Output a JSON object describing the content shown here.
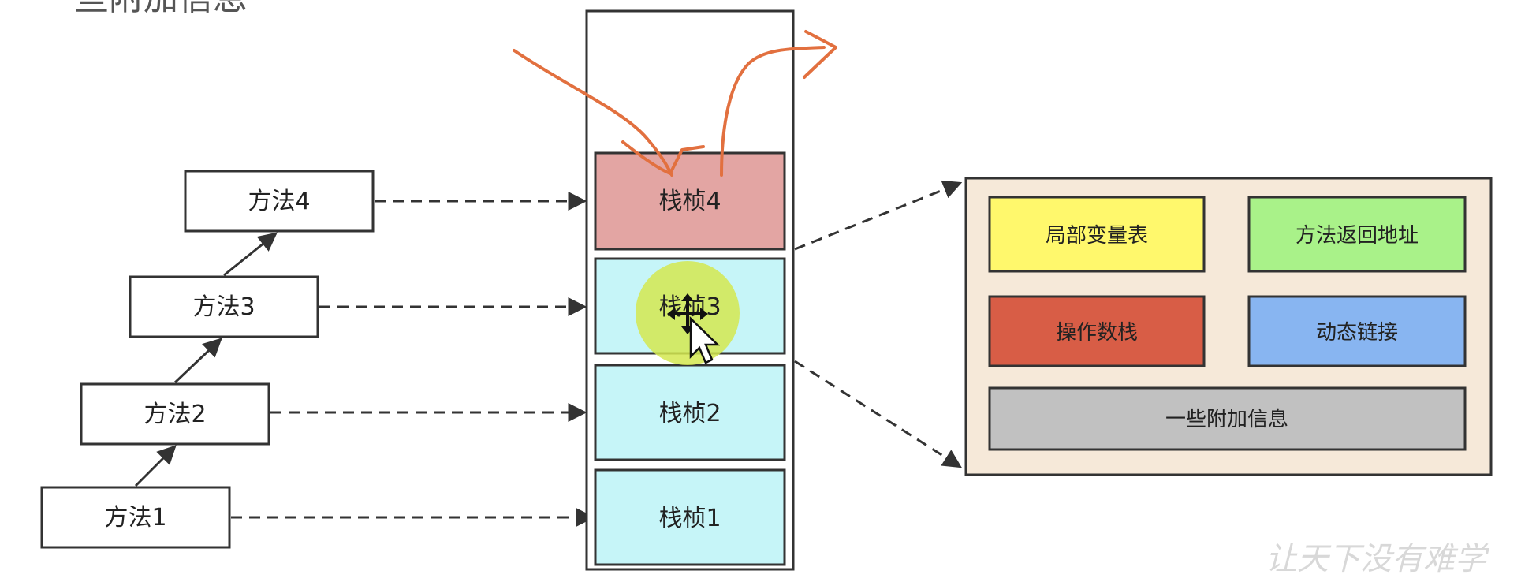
{
  "heading": "一些附加信息",
  "watermark": "让天下没有难学",
  "methods": [
    {
      "label": "方法1"
    },
    {
      "label": "方法2"
    },
    {
      "label": "方法3"
    },
    {
      "label": "方法4"
    }
  ],
  "frames": [
    {
      "label": "栈桢1",
      "color": "#c6f5f8"
    },
    {
      "label": "栈桢2",
      "color": "#c6f5f8"
    },
    {
      "label": "栈桢3",
      "color": "#c6f5f8"
    },
    {
      "label": "栈桢4",
      "color": "#e3a5a3"
    }
  ],
  "frame_details": {
    "background": "#f6e9d9",
    "items": [
      {
        "label": "局部变量表",
        "color": "#fff86c"
      },
      {
        "label": "方法返回地址",
        "color": "#a9f289"
      },
      {
        "label": "操作数栈",
        "color": "#d85d46"
      },
      {
        "label": "动态链接",
        "color": "#88b5f1"
      },
      {
        "label": "一些附加信息",
        "color": "#c1c1c1"
      }
    ]
  },
  "annotation_color": "#e2703f",
  "cursor_highlight_color": "#d4e850"
}
